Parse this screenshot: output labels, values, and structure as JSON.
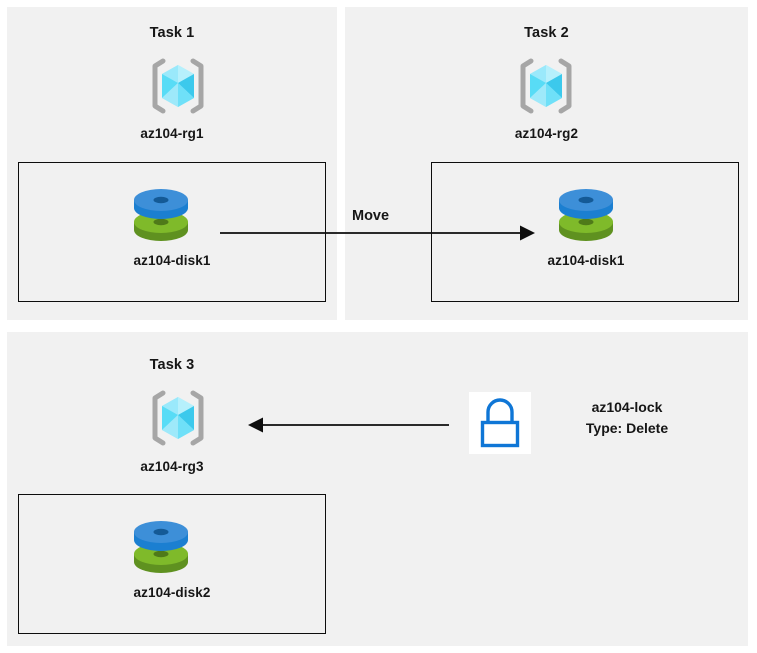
{
  "diagram": {
    "title": "Azure resource group tasks diagram",
    "colors": {
      "panel_bg": "#f1f1f1",
      "page_bg": "#ffffff",
      "box_border": "#0d0d0d",
      "text": "#161616",
      "cube_light": "#a5ecfb",
      "cube_mid": "#50d8f5",
      "cube_dark": "#2fb6d9",
      "disk_blue": "#3d8fd8",
      "disk_blue_dark": "#1b7fd1",
      "disk_green": "#7fba2a",
      "disk_green_dark": "#5f9120",
      "lock_blue": "#0f76d6",
      "lock_tile_bg": "#ffffff"
    }
  },
  "panels": [
    {
      "id": "task1",
      "title": "Task 1",
      "resource_group": {
        "name": "az104-rg1",
        "icon": "resource-group-cube-icon"
      },
      "resource_box": {
        "resource": {
          "name": "az104-disk1",
          "icon": "managed-disk-icon"
        }
      }
    },
    {
      "id": "task2",
      "title": "Task 2",
      "resource_group": {
        "name": "az104-rg2",
        "icon": "resource-group-cube-icon"
      },
      "resource_box": {
        "resource": {
          "name": "az104-disk1",
          "icon": "managed-disk-icon"
        }
      }
    },
    {
      "id": "task3",
      "title": "Task 3",
      "resource_group": {
        "name": "az104-rg3",
        "icon": "resource-group-cube-icon"
      },
      "resource_box": {
        "resource": {
          "name": "az104-disk2",
          "icon": "managed-disk-icon"
        }
      }
    }
  ],
  "connectors": [
    {
      "id": "move-arrow",
      "label": "Move",
      "direction": "right",
      "from": "az104-disk1 in az104-rg1",
      "to": "az104-rg2"
    },
    {
      "id": "lock-arrow",
      "label": "",
      "direction": "left",
      "from": "az104-lock",
      "to": "az104-rg3"
    }
  ],
  "lock": {
    "icon": "padlock-icon",
    "name": "az104-lock",
    "type_label": "Type: Delete"
  }
}
